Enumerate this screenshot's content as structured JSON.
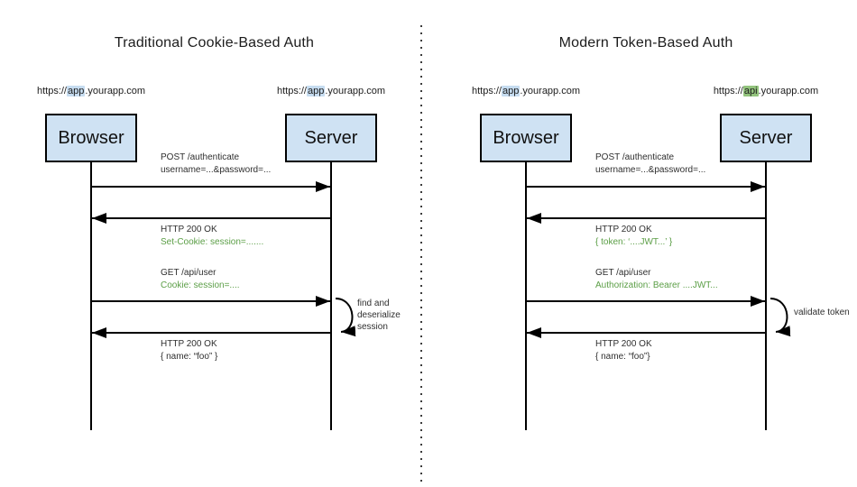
{
  "colors": {
    "box_fill": "#cfe2f3",
    "box_border": "#000000",
    "highlight_blue": "#c6dcf0",
    "highlight_green": "#93c47d",
    "green_text": "#5b9e46",
    "text": "#1c1c1c"
  },
  "panels": [
    {
      "title": "Traditional Cookie-Based Auth",
      "browser": {
        "label": "Browser",
        "url_prefix": "https://",
        "url_highlight": "app",
        "url_suffix": ".yourapp.com"
      },
      "server": {
        "label": "Server",
        "url_prefix": "https://",
        "url_highlight": "app",
        "url_suffix": ".yourapp.com"
      },
      "messages": [
        {
          "line1": "POST /authenticate",
          "line2": "username=...&password=..."
        },
        {
          "line1": "HTTP 200 OK",
          "line2": "Set-Cookie: session=......."
        },
        {
          "line1": "GET /api/user",
          "line2": "Cookie: session=...."
        },
        {
          "line1": "HTTP 200 OK",
          "line2": "{ name: “foo” }"
        }
      ],
      "loop_label": {
        "line1": "find and",
        "line2": "deserialize",
        "line3": "session"
      }
    },
    {
      "title": "Modern Token-Based Auth",
      "browser": {
        "label": "Browser",
        "url_prefix": "https://",
        "url_highlight": "app",
        "url_suffix": ".yourapp.com"
      },
      "server": {
        "label": "Server",
        "url_prefix": "https://",
        "url_highlight": "api",
        "url_suffix": ".yourapp.com"
      },
      "messages": [
        {
          "line1": "POST /authenticate",
          "line2": "username=...&password=..."
        },
        {
          "line1": "HTTP 200 OK",
          "line2": "{ token: ‘....JWT...’ }"
        },
        {
          "line1": "GET /api/user",
          "line2": "Authorization: Bearer ....JWT..."
        },
        {
          "line1": "HTTP 200 OK",
          "line2": "{ name: “foo”}"
        }
      ],
      "loop_label": {
        "line1": "validate token"
      }
    }
  ]
}
